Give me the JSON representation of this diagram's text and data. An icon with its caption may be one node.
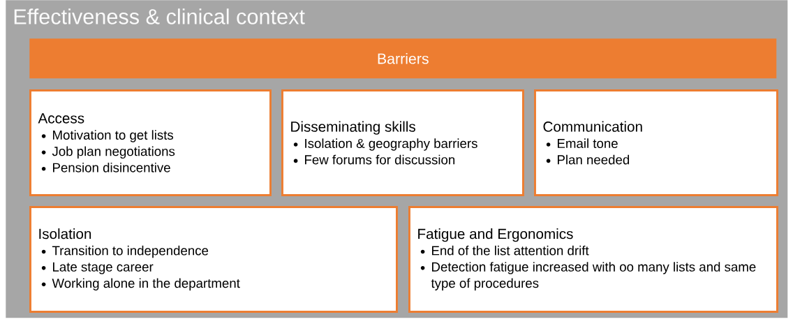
{
  "diagram": {
    "nodes": [
      {
        "text": [
          "Effectiveness & clinical context"
        ]
      },
      {
        "text": [
          "Barriers"
        ],
        "in": 0
      },
      {
        "text": [
          "Access",
          "Motivation to get lists",
          "Job plan negotiations",
          "Pension disincentive"
        ],
        "in": 0
      },
      {
        "text": [
          "Disseminating skills",
          "Isolation & geography barriers",
          "Few forums for discussion"
        ],
        "in": 0
      },
      {
        "text": [
          "Communication",
          "Email tone",
          "Plan needed"
        ],
        "in": 0
      },
      {
        "text": [
          "Isolation",
          "Transition to independence",
          "Late stage career",
          "Working alone in the department"
        ],
        "in": 0
      },
      {
        "text": [
          "Fatigue and Ergonomics",
          "End of the list attention drift",
          "Detection fatigue increased with oo many lists and same type of procedures"
        ],
        "in": 0
      }
    ]
  }
}
